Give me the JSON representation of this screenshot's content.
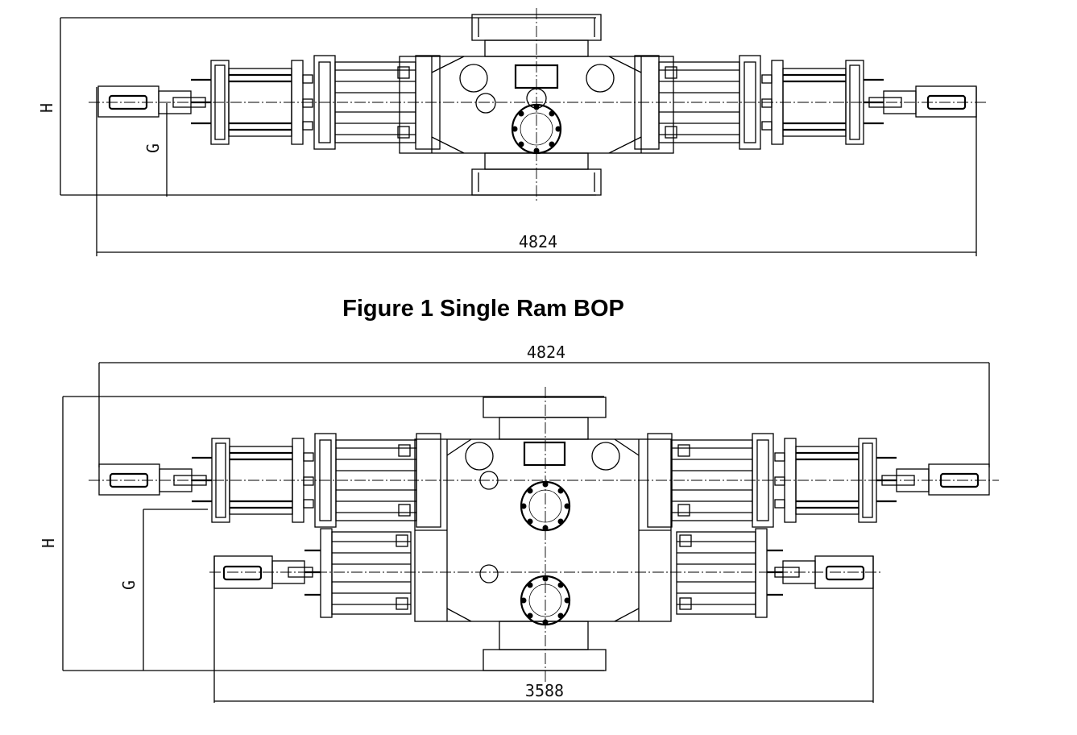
{
  "caption": "Figure 1 Single Ram BOP",
  "figure_top": {
    "dim_overall_width": "4824",
    "dim_height": "H",
    "dim_g": "G"
  },
  "figure_bottom": {
    "dim_overall_width": "4824",
    "dim_lower_width": "3588",
    "dim_height": "H",
    "dim_g": "G"
  }
}
